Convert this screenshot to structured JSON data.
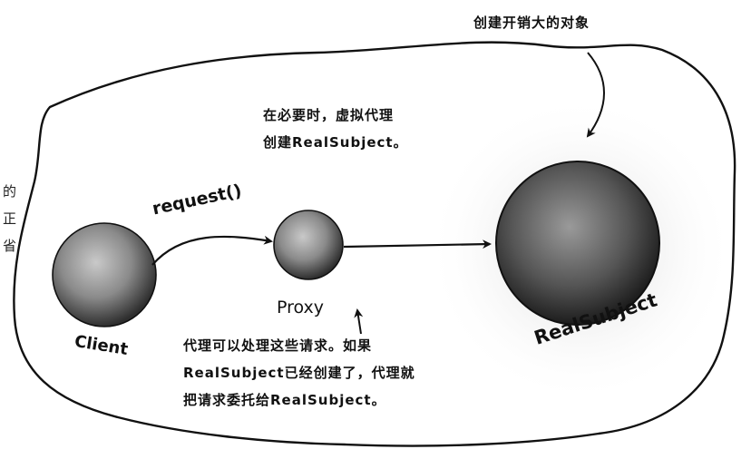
{
  "annotations": {
    "cost_note": "创建开销大的对象",
    "creation_note": [
      "在必要时，虚拟代理",
      "创建RealSubject。"
    ],
    "delegation_note": [
      "代理可以处理这些请求。如果",
      "RealSubject已经创建了，代理就",
      "把请求委托给RealSubject。"
    ]
  },
  "nodes": {
    "client": "Client",
    "proxy": "Proxy",
    "real_subject": "RealSubject"
  },
  "edges": {
    "client_to_proxy": "request()"
  },
  "margin_fragment": [
    "的",
    "正",
    "省"
  ]
}
